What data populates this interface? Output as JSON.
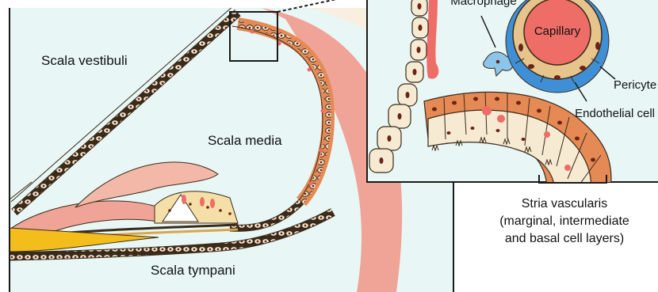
{
  "labels": {
    "scala_vestibuli": "Scala vestibuli",
    "scala_media": "Scala media",
    "scala_tympani": "Scala tympani",
    "capillary": "Capillary",
    "macrophage": "Macrophage",
    "pericyte": "Pericyte",
    "endothelial_cell": "Endothelial cell",
    "stria_caption_line1": "Stria vascularis",
    "stria_caption_line2": "(marginal, intermediate",
    "stria_caption_line3": "and basal cell layers)"
  },
  "colors": {
    "fluid": "#e8f7f5",
    "cream_cell": "#f6ead2",
    "cell_outline": "#3a2a1a",
    "nucleus": "#6b2416",
    "stria_pink": "#f0a497",
    "stria_orange": "#e58a55",
    "capillary_red": "#ee6d66",
    "pericyte_blue": "#3f8fd6",
    "endothelium_tan": "#e6c48c",
    "macrophage_blue": "#8bc6ea",
    "bone_cream": "#f8efe0",
    "ligament_yellow": "#f3bd1c",
    "tectorial_pink": "#f3b8a8"
  }
}
